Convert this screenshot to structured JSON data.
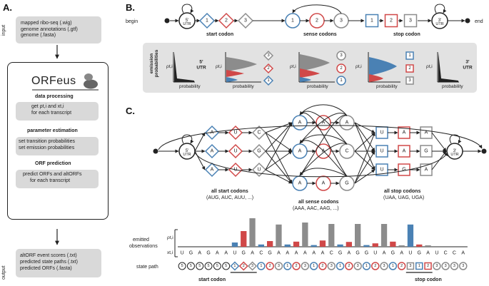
{
  "panels": {
    "a": "A.",
    "b": "B.",
    "c": "C."
  },
  "panel_a": {
    "input_side": "input",
    "output_side": "output",
    "inputs": [
      "mapped ribo-seq (.wig)",
      "genome annotations (.gtf)",
      "genome (.fasta)"
    ],
    "logo": "ORFeus",
    "data_processing": "data processing",
    "dp_line1": "get ρt,i and xt,i",
    "dp_line2": "for each transcript",
    "param_estimation": "parameter estimation",
    "pe_line1": "set transition probabilities",
    "pe_line2": "set emission probabilities",
    "orf_prediction": "ORF prediction",
    "op_line1": "predict ORFs and altORFs",
    "op_line2": "for each transcript",
    "outputs": [
      "altORF event scores (.txt)",
      "predicted state paths (.txt)",
      "predicted ORFs (.fasta)"
    ]
  },
  "panel_b": {
    "begin": "begin",
    "end": "end",
    "utr5": "5' UTR",
    "utr3": "3' UTR",
    "states": [
      "1",
      "2",
      "3"
    ],
    "start_codon": "start codon",
    "sense_codons": "sense codons",
    "stop_codon": "stop codon",
    "emission_label": "emission probabilities",
    "rho": "ρt,i",
    "probability": "probability"
  },
  "panel_c": {
    "start_cols": [
      "A",
      "U",
      "C",
      "A",
      "U",
      "G",
      "A",
      "U",
      "U"
    ],
    "sense_rows": [
      [
        "A",
        "A",
        "A"
      ],
      [
        "A",
        "A",
        "C"
      ],
      [
        "A",
        "A",
        "G"
      ]
    ],
    "stop_cols": [
      [
        "U",
        "A",
        "A"
      ],
      [
        "U",
        "A",
        "G"
      ],
      [
        "U",
        "G",
        "A"
      ]
    ],
    "utr5": "5' UTR",
    "utr3": "3' UTR",
    "all_start": "all start codons",
    "all_start_sub": "(AUG, AUC, AUU, ...)",
    "all_sense": "all sense codons",
    "all_sense_sub": "(AAA, AAC, AAG, ...)",
    "all_stop": "all stop codons",
    "all_stop_sub": "(UAA, UAG, UGA)",
    "emitted": "emitted",
    "observations": "observations",
    "rho": "ρt,i",
    "x": "xt,i",
    "sequence": [
      "U",
      "G",
      "A",
      "G",
      "A",
      "A",
      "U",
      "G",
      "A",
      "C",
      "G",
      "A",
      "A",
      "A",
      "A",
      "A",
      "A",
      "C",
      "G",
      "A",
      "G",
      "G",
      "U",
      "A",
      "G",
      "A",
      "U",
      "G",
      "A",
      "U",
      "C",
      "C",
      "A"
    ],
    "state_path_label": "state path",
    "state_path": [
      "5",
      "5",
      "5",
      "5",
      "5",
      "5",
      "1",
      "2",
      "3",
      "1",
      "2",
      "3",
      "1",
      "2",
      "3",
      "1",
      "2",
      "3",
      "1",
      "2",
      "3",
      "1",
      "2",
      "3",
      "1",
      "2",
      "3",
      "1",
      "2",
      "3",
      "3",
      "3",
      "3"
    ],
    "start_codon": "start codon",
    "stop_codon": "stop codon"
  },
  "chart_data": {
    "type": "bar",
    "title": "",
    "bars_relative": [
      0,
      0,
      0,
      0,
      0,
      0,
      0.15,
      0.55,
      1.0,
      0.08,
      0.2,
      0.78,
      0.08,
      0.18,
      0.85,
      0.06,
      0.22,
      0.8,
      0.08,
      0.17,
      0.8,
      0.06,
      0.12,
      0.8,
      0.18,
      0.05,
      0.78,
      0.08,
      0.05,
      0,
      0,
      0,
      0
    ],
    "bar_colors": [
      "none",
      "none",
      "none",
      "none",
      "none",
      "none",
      "#4a81b4",
      "#d04848",
      "#8c8c8c",
      "#4a81b4",
      "#d04848",
      "#8c8c8c",
      "#4a81b4",
      "#d04848",
      "#8c8c8c",
      "#4a81b4",
      "#d04848",
      "#8c8c8c",
      "#4a81b4",
      "#d04848",
      "#8c8c8c",
      "#4a81b4",
      "#d04848",
      "#8c8c8c",
      "#d04848",
      "#8c8c8c",
      "#4a81b4",
      "#d04848",
      "#8c8c8c",
      "none",
      "none",
      "none",
      "none"
    ]
  },
  "colors": {
    "blue": "#4a81b4",
    "red": "#d04848",
    "grey": "#8c8c8c",
    "black": "#222222",
    "panel_bg": "#d9d9d9"
  }
}
